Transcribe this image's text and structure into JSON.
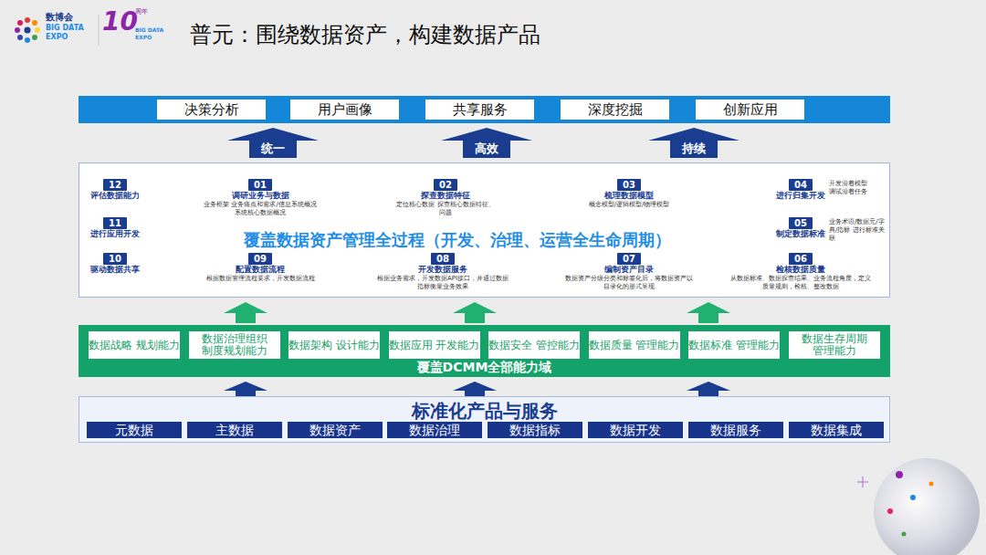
{
  "diagram": {
    "title": "普元：围绕数据资产，构建数据产品",
    "nodes": [
      {
        "text": [
          "决策分析"
        ]
      },
      {
        "text": [
          "用户画像"
        ]
      },
      {
        "text": [
          "共享服务"
        ]
      },
      {
        "text": [
          "深度挖掘"
        ]
      },
      {
        "text": [
          "创新应用"
        ]
      },
      {
        "text": [
          "统一"
        ]
      },
      {
        "text": [
          "高效"
        ]
      },
      {
        "text": [
          "持续"
        ]
      },
      {
        "text": [
          "覆盖数据资产管理全过程（开发、治理、运营全生命周期）"
        ]
      },
      {
        "text": [
          "12",
          "评估数据能力"
        ],
        "in": 8
      },
      {
        "text": [
          "01",
          "调研业务与数据",
          "业务框架 业务痛点和需求/信息系统概况 系统核心数据概况"
        ],
        "in": 8
      },
      {
        "text": [
          "02",
          "探查数据特征",
          "定位核心数据 探查核心数据特征、问题"
        ],
        "in": 8
      },
      {
        "text": [
          "03",
          "梳理数据模型",
          "概念模型/逻辑模型/物理模型"
        ],
        "in": 8
      },
      {
        "text": [
          "04",
          "进行归集开发",
          "开发沿着模型 调试沿着任务"
        ],
        "in": 8
      },
      {
        "text": [
          "11",
          "进行应用开发"
        ],
        "in": 8
      },
      {
        "text": [
          "05",
          "制定数据标准",
          "业务术语/数据元/字典/指标 进行标准关联"
        ],
        "in": 8
      },
      {
        "text": [
          "10",
          "驱动数据共享"
        ],
        "in": 8
      },
      {
        "text": [
          "09",
          "配置数据流程",
          "根据数据管理流程要求，开发数据流程"
        ],
        "in": 8
      },
      {
        "text": [
          "08",
          "开发数据服务",
          "根据业务需求，开发数据API接口，并通过数据指标衡量业务效果"
        ],
        "in": 8
      },
      {
        "text": [
          "07",
          "编制资产目录",
          "数据资产分级分类和标签化后，将数据资产以目录化的形式呈现"
        ],
        "in": 8
      },
      {
        "text": [
          "06",
          "检核数据质量",
          "从数据标准、数据探查结果、业务流程角度，定义质量规则，检核、整改数据"
        ],
        "in": 8
      },
      {
        "text": [
          "覆盖DCMM全部能力域"
        ]
      },
      {
        "text": [
          "数据战略 规划能力"
        ],
        "in": 21
      },
      {
        "text": [
          "数据治理组织 制度规划能力"
        ],
        "in": 21
      },
      {
        "text": [
          "数据架构 设计能力"
        ],
        "in": 21
      },
      {
        "text": [
          "数据应用 开发能力"
        ],
        "in": 21
      },
      {
        "text": [
          "数据安全 管控能力"
        ],
        "in": 21
      },
      {
        "text": [
          "数据质量 管理能力"
        ],
        "in": 21
      },
      {
        "text": [
          "数据标准 管理能力"
        ],
        "in": 21
      },
      {
        "text": [
          "数据生存周期 管理能力"
        ],
        "in": 21
      },
      {
        "text": [
          "标准化产品与服务"
        ]
      },
      {
        "text": [
          "元数据"
        ],
        "in": 30
      },
      {
        "text": [
          "主数据"
        ],
        "in": 30
      },
      {
        "text": [
          "数据资产"
        ],
        "in": 30
      },
      {
        "text": [
          "数据治理"
        ],
        "in": 30
      },
      {
        "text": [
          "数据指标"
        ],
        "in": 30
      },
      {
        "text": [
          "数据开发"
        ],
        "in": 30
      },
      {
        "text": [
          "数据服务"
        ],
        "in": 30
      },
      {
        "text": [
          "数据集成"
        ],
        "in": 30
      }
    ],
    "edges": [
      {
        "from": 9,
        "to": 10,
        "arrow": "to"
      },
      {
        "from": 10,
        "to": 11,
        "arrow": "to"
      },
      {
        "from": 11,
        "to": 12,
        "arrow": "to"
      },
      {
        "from": 12,
        "to": 13,
        "arrow": "to"
      },
      {
        "from": 13,
        "to": 15,
        "arrow": "to"
      },
      {
        "from": 15,
        "to": 20,
        "arrow": "to"
      },
      {
        "from": 20,
        "to": 19,
        "arrow": "to"
      },
      {
        "from": 19,
        "to": 18,
        "arrow": "to"
      },
      {
        "from": 18,
        "to": 17,
        "arrow": "to"
      },
      {
        "from": 17,
        "to": 16,
        "arrow": "to"
      },
      {
        "from": 16,
        "to": 14,
        "arrow": "to"
      },
      {
        "from": 14,
        "to": 9,
        "arrow": "to"
      }
    ],
    "labels": [
      "数博会",
      "BIG DATA",
      "EXPO",
      "10",
      "周年",
      "BIG DATA",
      "EXPO"
    ]
  }
}
